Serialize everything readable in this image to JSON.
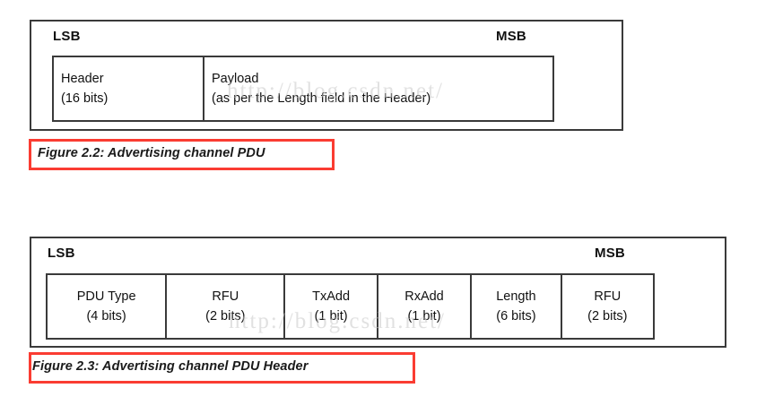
{
  "document": {
    "background_color": "#ffffff",
    "caption_highlight_color": "#fa3c32",
    "line_color": "#3a3a3a"
  },
  "watermark": {
    "text": "http://blog.csdn.net/",
    "color": "#c9c9c9"
  },
  "figures": [
    {
      "id": "figure-2-2",
      "lsb_label": "LSB",
      "msb_label": "MSB",
      "fields": [
        {
          "name": "Header",
          "size": "(16 bits)"
        },
        {
          "name": "Payload",
          "size": "(as per the Length field in the Header)"
        }
      ],
      "caption": "Figure 2.2:  Advertising channel PDU"
    },
    {
      "id": "figure-2-3",
      "lsb_label": "LSB",
      "msb_label": "MSB",
      "fields": [
        {
          "name": "PDU Type",
          "size": "(4 bits)"
        },
        {
          "name": "RFU",
          "size": "(2 bits)"
        },
        {
          "name": "TxAdd",
          "size": "(1 bit)"
        },
        {
          "name": "RxAdd",
          "size": "(1 bit)"
        },
        {
          "name": "Length",
          "size": "(6 bits)"
        },
        {
          "name": "RFU",
          "size": "(2 bits)"
        }
      ],
      "caption": "Figure 2.3:  Advertising channel PDU Header"
    }
  ]
}
